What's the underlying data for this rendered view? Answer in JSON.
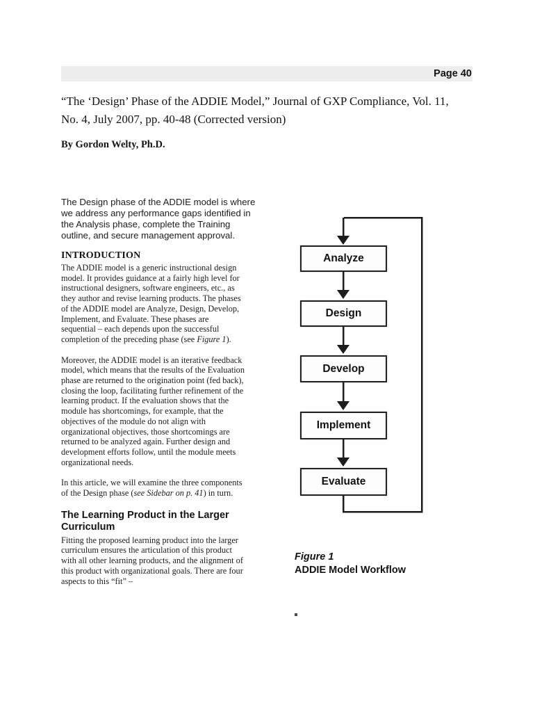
{
  "header": {
    "page_label": "Page 40"
  },
  "title_block": {
    "title": "“The ‘Design’ Phase of the ADDIE Model,” Journal of GXP Compliance, Vol. 11,\nNo. 4, July 2007, pp. 40-48 (Corrected version)",
    "byline": "By Gordon Welty, Ph.D."
  },
  "article": {
    "lead": "The Design phase of the ADDIE model is where\nwe address any performance gaps identified in\nthe Analysis phase, complete the Training\noutline, and secure management approval.",
    "intro_heading": "INTRODUCTION",
    "p1_pre": "The ADDIE model is a generic instructional design\nmodel. It provides guidance at a fairly high level for\ninstructional designers, software engineers, etc., as\nthey author and revise learning products. The phases\nof the ADDIE model are Analyze, Design, Develop,\nImplement, and Evaluate. These phases are\nsequential – each depends upon the successful\ncompletion of the preceding phase (see ",
    "p1_italic": "Figure 1",
    "p1_post": ").",
    "p2": "Moreover, the ADDIE model is an iterative feedback\nmodel, which means that the results of the Evaluation\nphase are returned to the origination point (fed back),\nclosing the loop, facilitating further refinement of the\nlearning product. If the evaluation shows that the\nmodule has shortcomings, for example, that the\nobjectives of the module do not align with\norganizational objectives, those shortcomings are\nreturned to be analyzed again. Further design and\ndevelopment efforts follow, until the module meets\norganizational needs.",
    "p3_pre": "In this article, we will examine the three components\nof the Design phase (",
    "p3_italic": "see Sidebar on p. 41",
    "p3_post": ") in turn.",
    "section2_heading": "The Learning Product in the Larger\nCurriculum",
    "p4": "Fitting the proposed learning product into the larger\ncurriculum ensures the articulation of this product\nwith all other learning products, and the alignment of\nthis product with organizational goals. There are four\naspects to this “fit” –"
  },
  "figure": {
    "nodes": [
      "Analyze",
      "Design",
      "Develop",
      "Implement",
      "Evaluate"
    ],
    "caption_label": "Figure 1",
    "caption_title": "ADDIE Model Workflow"
  },
  "colors": {
    "ink": "#1a1a1a",
    "header_bar": "#ededed",
    "paper": "#ffffff"
  }
}
